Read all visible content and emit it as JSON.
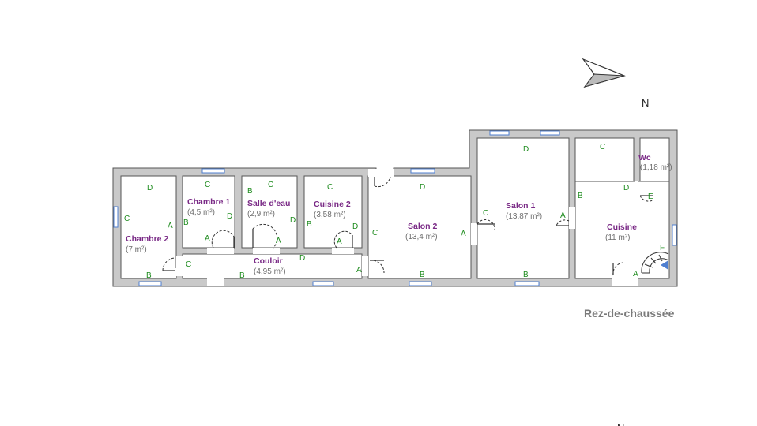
{
  "compass": {
    "north_label": "N",
    "north_label_bottom": "N"
  },
  "floor": {
    "caption": "Rez-de-chaussée"
  },
  "rooms": {
    "chambre2": {
      "name": "Chambre 2",
      "area": "(7 m²)"
    },
    "chambre1": {
      "name": "Chambre 1",
      "area": "(4,5 m²)"
    },
    "salle_eau": {
      "name": "Salle d'eau",
      "area": "(2,9 m²)"
    },
    "cuisine2": {
      "name": "Cuisine 2",
      "area": "(3,58 m²)"
    },
    "couloir": {
      "name": "Couloir",
      "area": "(4,95 m²)"
    },
    "salon2": {
      "name": "Salon 2",
      "area": "(13,4 m²)"
    },
    "salon1": {
      "name": "Salon 1",
      "area": "(13,87 m²)"
    },
    "wc": {
      "name": "Wc",
      "area": "(1,18 m²)"
    },
    "cuisine": {
      "name": "Cuisine",
      "area": "(11 m²)"
    }
  },
  "wall_labels": {
    "chambre2": {
      "A": "A",
      "B": "B",
      "C": "C",
      "D": "D"
    },
    "chambre1": {
      "A": "A",
      "B": "B",
      "C": "C",
      "D": "D"
    },
    "salle_eau": {
      "A": "A",
      "B": "B",
      "C": "C",
      "D": "D"
    },
    "cuisine2": {
      "A": "A",
      "B": "B",
      "C": "C",
      "D": "D"
    },
    "couloir": {
      "A": "A",
      "B": "B",
      "C": "C",
      "D": "D"
    },
    "salon2": {
      "A": "A",
      "B": "B",
      "C": "C",
      "D": "D"
    },
    "salon1": {
      "A": "A",
      "B": "B",
      "C": "C",
      "D": "D"
    },
    "wc": {
      "D": "D",
      "E": "E"
    },
    "cuisine": {
      "A": "A",
      "B": "B",
      "C": "C",
      "D": "D",
      "F": "F"
    }
  },
  "colors": {
    "wall_fill": "#c9c9c9",
    "wall_stroke": "#555555",
    "window": "#4f7fd0",
    "room_name": "#7a2a86",
    "area_text": "#6e6e6e",
    "wall_label": "#1f8c1f",
    "caption": "#7a7a7a"
  }
}
